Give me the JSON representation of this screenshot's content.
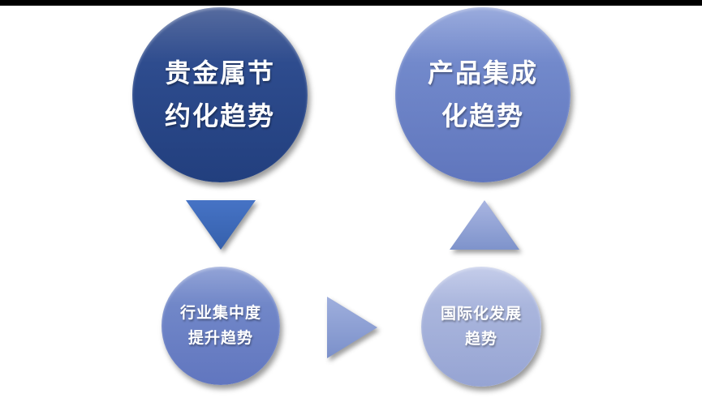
{
  "page": {
    "background": "#ffffff",
    "top_bar_color": "#000000"
  },
  "diagram": {
    "nodes": [
      {
        "id": "precious-metal-saving-trend",
        "lines": [
          "贵金属节",
          "约化趋势"
        ],
        "fill_top": "#566b9f",
        "fill_mid": "#2e4c8e",
        "fill_bottom": "#223f7e",
        "text_color": "#ffffff"
      },
      {
        "id": "product-integration-trend",
        "lines": [
          "产品集成",
          "化趋势"
        ],
        "fill_top": "#9aabdd",
        "fill_mid": "#7289cb",
        "fill_bottom": "#6076bd",
        "text_color": "#ffffff"
      },
      {
        "id": "industry-concentration-trend",
        "lines": [
          "行业集中度",
          "提升趋势"
        ],
        "fill_top": "#93a4d7",
        "fill_mid": "#7187c8",
        "fill_bottom": "#6176bf",
        "text_color": "#ffffff"
      },
      {
        "id": "internationalization-trend",
        "lines": [
          "国际化发展",
          "趋势"
        ],
        "fill_top": "#c5cdea",
        "fill_mid": "#aab6dd",
        "fill_bottom": "#96a4d3",
        "text_color": "#ffffff"
      }
    ],
    "arrows": [
      {
        "id": "down-arrow",
        "direction": "down",
        "fill_top": "#4673c5",
        "fill_bottom": "#3560ac"
      },
      {
        "id": "up-arrow",
        "direction": "up",
        "fill_top": "#a9b5e1",
        "fill_bottom": "#7e93cb"
      },
      {
        "id": "right-arrow",
        "direction": "right",
        "fill_top": "#9fafdd",
        "fill_bottom": "#7b90ca"
      }
    ]
  }
}
